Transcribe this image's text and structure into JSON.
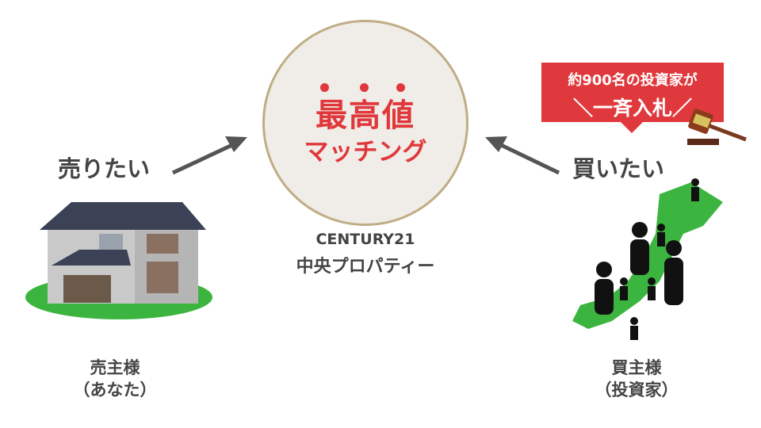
{
  "center": {
    "title": "最高値",
    "subtitle": "マッチング",
    "company_line1": "CENTURY21",
    "company_line2": "中央プロパティー"
  },
  "left": {
    "want": "売りたい",
    "label_line1": "売主様",
    "label_line2": "（あなた）"
  },
  "right": {
    "want": "買いたい",
    "label_line1": "買主様",
    "label_line2": "（投資家）"
  },
  "bubble": {
    "line1": "約900名の投資家が",
    "line2": "＼一斉入札／"
  },
  "colors": {
    "accent": "#e0373b",
    "circle_border": "#bfad85",
    "japan": "#3cb540"
  }
}
